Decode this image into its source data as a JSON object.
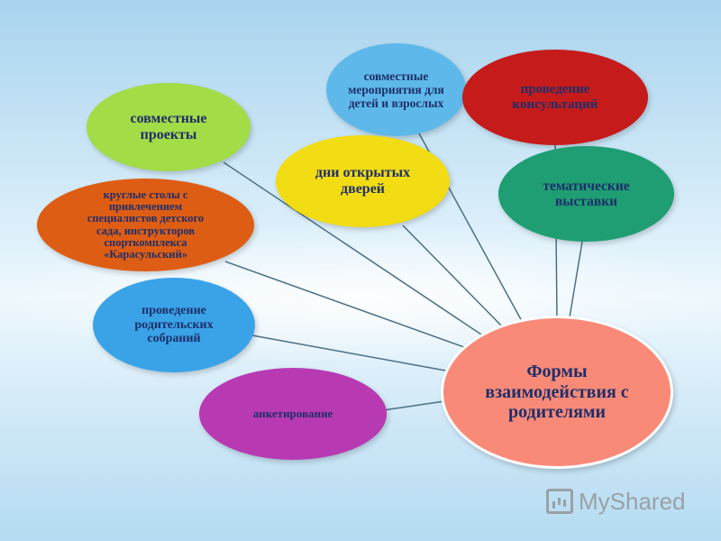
{
  "diagram": {
    "center": {
      "id": "center",
      "label": "Формы взаимодействия с родителями",
      "color": "#f98a78"
    },
    "nodes": [
      {
        "id": "joint-events",
        "label": "совместные мероприятия для детей и взрослых",
        "color": "#5eb9ea"
      },
      {
        "id": "consultations",
        "label": "проведение консультаций",
        "color": "#c61b1b"
      },
      {
        "id": "joint-projects",
        "label": "совместные проекты",
        "color": "#a2dc46"
      },
      {
        "id": "open-days",
        "label": "дни открытых дверей",
        "color": "#f2dc13"
      },
      {
        "id": "thematic-exhibitions",
        "label": "тематические выставки",
        "color": "#1f9e73"
      },
      {
        "id": "round-tables",
        "label": "круглые столы с привлечением специалистов детского сада, инструкторов спорткомплекса «Карасульский»",
        "color": "#de5d14"
      },
      {
        "id": "parent-meetings",
        "label": "проведение родительских собраний",
        "color": "#3aa3e8"
      },
      {
        "id": "questionnaire",
        "label": "анкетирование",
        "color": "#b83ab3"
      }
    ]
  },
  "watermark": {
    "text": "MyShared"
  }
}
